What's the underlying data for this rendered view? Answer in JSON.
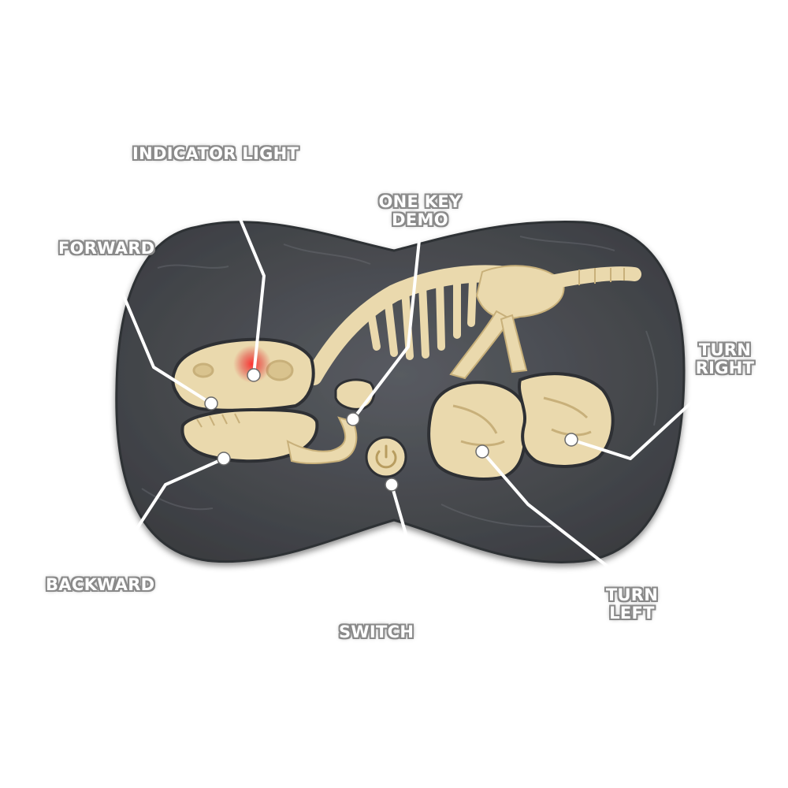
{
  "labels": {
    "indicator_light": "INDICATOR LIGHT",
    "one_key_demo_1": "ONE KEY",
    "one_key_demo_2": "DEMO",
    "forward": "FORWARD",
    "turn_right_1": "TURN",
    "turn_right_2": "RIGHT",
    "backward": "BACKWARD",
    "switch": "SWITCH",
    "turn_left_1": "TURN",
    "turn_left_2": "LEFT"
  },
  "colors": {
    "body": "#4b4e53",
    "bone": "#ead9ad",
    "bone_shadow": "#c8b07a",
    "indicator": "#e0262b",
    "leader": "#ffffff"
  }
}
